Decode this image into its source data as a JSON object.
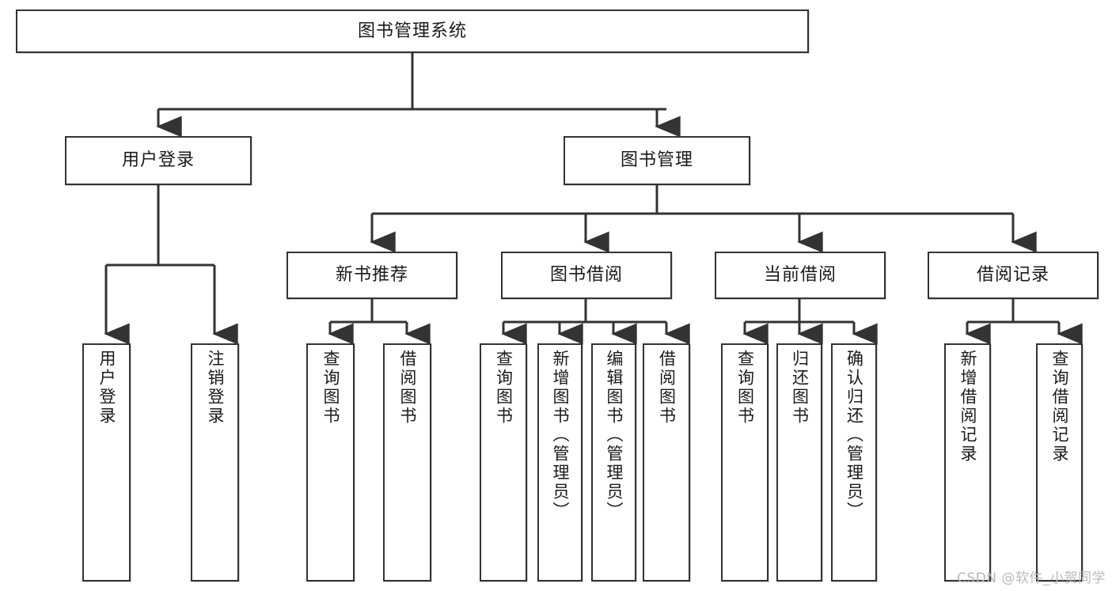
{
  "diagram": {
    "title": "图书管理系统",
    "type": "tree-hierarchy-diagram",
    "watermark": "CSDN @软件_小贺同学",
    "colors": {
      "box_border": "#333333",
      "box_fill": "#ffffff",
      "connector": "#333333",
      "text": "#1a1a1a",
      "watermark": "#b9b9b9"
    },
    "root": {
      "id": "root",
      "label": "图书管理系统"
    },
    "level2": [
      {
        "id": "user-login",
        "label": "用户登录"
      },
      {
        "id": "book-management",
        "label": "图书管理"
      }
    ],
    "level3": [
      {
        "id": "new-book-recommend",
        "label": "新书推荐"
      },
      {
        "id": "book-borrow",
        "label": "图书借阅"
      },
      {
        "id": "current-borrow",
        "label": "当前借阅"
      },
      {
        "id": "borrow-record",
        "label": "借阅记录"
      }
    ],
    "leaves": {
      "user_login": [
        {
          "id": "leaf-user-login",
          "label": "用户登录"
        },
        {
          "id": "leaf-logout-login",
          "label": "注销登录"
        }
      ],
      "new_book_recommend": [
        {
          "id": "leaf-query-book-1",
          "label": "查询图书"
        },
        {
          "id": "leaf-borrow-book-1",
          "label": "借阅图书"
        }
      ],
      "book_borrow": [
        {
          "id": "leaf-query-book-2",
          "label": "查询图书"
        },
        {
          "id": "leaf-add-book",
          "label": "新增图书（管理员）"
        },
        {
          "id": "leaf-edit-book",
          "label": "编辑图书（管理员）"
        },
        {
          "id": "leaf-borrow-book-2",
          "label": "借阅图书"
        }
      ],
      "current_borrow": [
        {
          "id": "leaf-query-book-3",
          "label": "查询图书"
        },
        {
          "id": "leaf-return-book",
          "label": "归还图书"
        },
        {
          "id": "leaf-confirm-return",
          "label": "确认归还（管理员）"
        }
      ],
      "borrow_record": [
        {
          "id": "leaf-add-borrow-record",
          "label": "新增借阅记录"
        },
        {
          "id": "leaf-query-borrow-record",
          "label": "查询借阅记录"
        }
      ]
    }
  }
}
